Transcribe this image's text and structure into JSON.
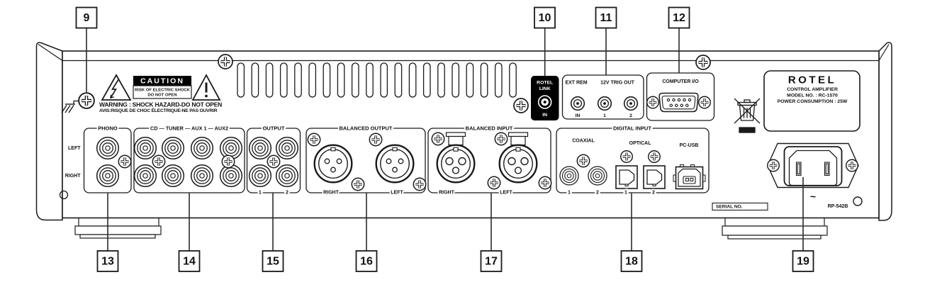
{
  "colors": {
    "line": "#1a1a1a",
    "panel": "#ffffff",
    "label_black": "#000000"
  },
  "callouts": {
    "c9": "9",
    "c10": "10",
    "c11": "11",
    "c12": "12",
    "c13": "13",
    "c14": "14",
    "c15": "15",
    "c16": "16",
    "c17": "17",
    "c18": "18",
    "c19": "19"
  },
  "warning_block": {
    "header": "CAUTION",
    "risk1": "RISK OF ELECTRIC SHOCK",
    "risk2": "DO NOT OPEN",
    "warn_en": "WARNING : SHOCK HAZARD-DO NOT OPEN",
    "warn_fr": "AVIS:RISQUE DE CHOC ÉLECTRIQUE-NE PAS OUVRIR"
  },
  "analog": {
    "left_label": "LEFT",
    "right_label": "RIGHT",
    "phono_title": "PHONO",
    "line_inputs_title": "CD — TUNER — AUX 1 — AUX2",
    "output_title": "OUTPUT",
    "output_1": "1",
    "output_2": "2",
    "balanced_output_title": "BALANCED OUTPUT",
    "bo_right": "RIGHT",
    "bo_left": "LEFT",
    "balanced_input_title": "BALANCED INPUT",
    "bi_right": "RIGHT",
    "bi_left": "LEFT"
  },
  "control": {
    "rotel_link_1": "ROTEL",
    "rotel_link_2": "LINK",
    "rotel_link_in": "IN",
    "ext_rem_title": "EXT REM",
    "ext_rem_in": "IN",
    "trig_title": "12V TRIG OUT",
    "trig_1": "1",
    "trig_2": "2",
    "computer_io_title": "COMPUTER I/O"
  },
  "digital": {
    "title": "DIGITAL INPUT",
    "coaxial": "COAXIAL",
    "coax_1": "1",
    "coax_2": "2",
    "optical": "OPTICAL",
    "opt_1": "1",
    "opt_2": "2",
    "pc_usb": "PC-USB"
  },
  "nameplate": {
    "brand": "ROTEL",
    "line1": "CONTROL AMPLIFIER",
    "line2": "MODEL NO. : RC-1570",
    "line3": "POWER CONSUMPTION : 25W"
  },
  "power": {
    "ac_symbol": "~",
    "board_code": "RP-542B",
    "serial_label": "SERIAL NO."
  }
}
